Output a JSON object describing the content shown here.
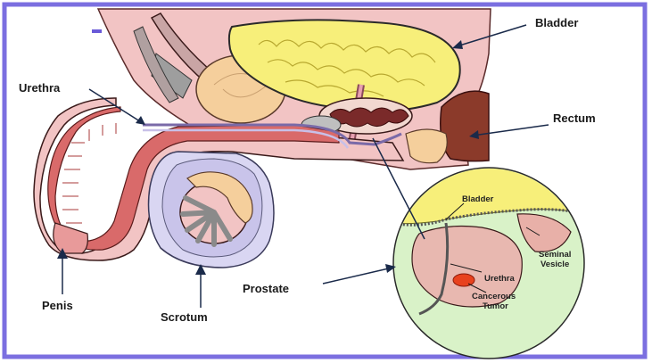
{
  "labels": {
    "bladder": "Bladder",
    "urethra": "Urethra",
    "rectum": "Rectum",
    "penis": "Penis",
    "scrotum": "Scrotum",
    "prostate": "Prostate"
  },
  "inset_labels": {
    "bladder": "Bladder",
    "seminal_vesicle_line1": "Seminal",
    "seminal_vesicle_line2": "Vesicle",
    "urethra": "Urethra",
    "cancerous_tumor_line1": "Cancerous",
    "cancerous_tumor_line2": "Tumor"
  },
  "colors": {
    "frame_border": "#7b6fe0",
    "bladder_fill": "#f7ef7a",
    "body_pink": "#f2c4c4",
    "penis_red": "#d96a6a",
    "scrotum_lavender": "#d9d6f2",
    "inset_green": "#d9f2c8",
    "tumor_red": "#e8421e"
  }
}
